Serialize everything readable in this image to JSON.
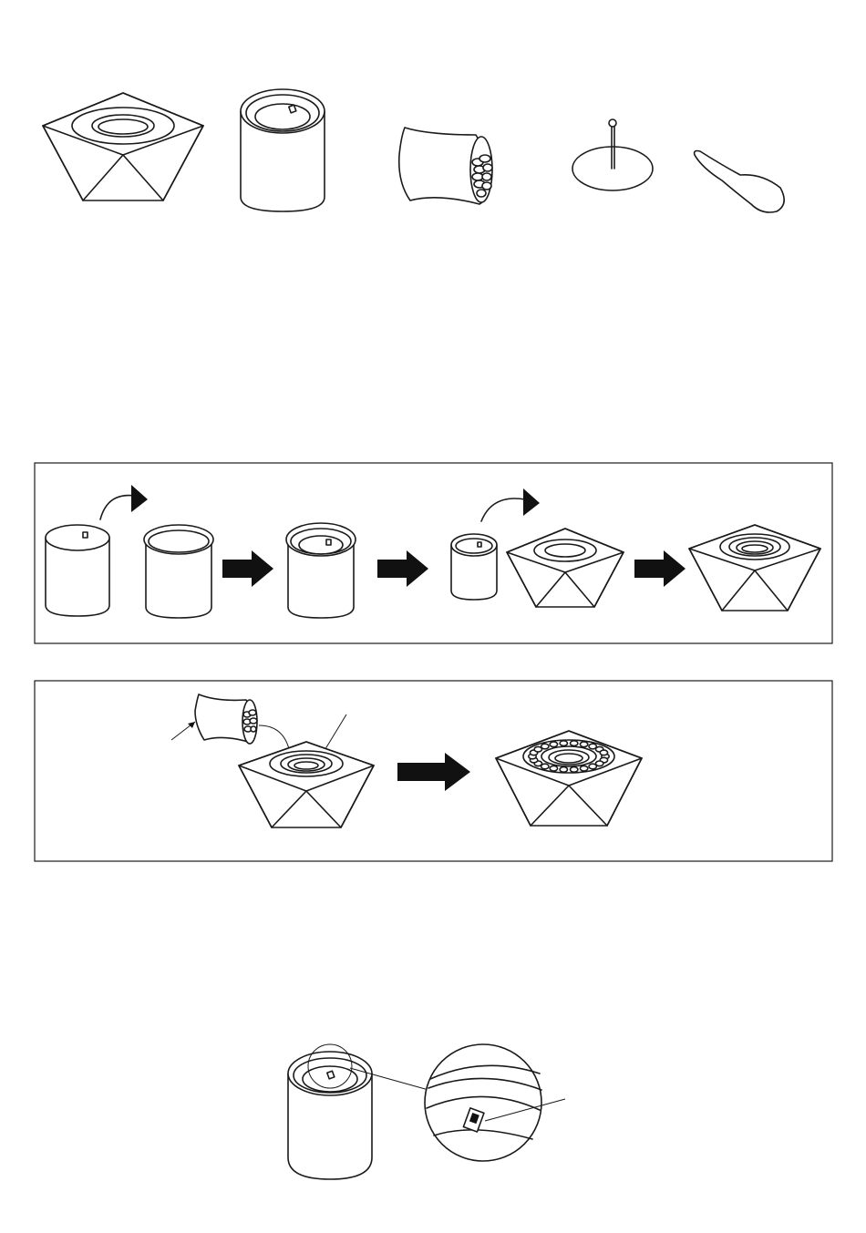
{
  "parts": [
    {
      "name": "faceted-base"
    },
    {
      "name": "liner-canister"
    },
    {
      "name": "pebble-bag"
    },
    {
      "name": "wick-stand"
    },
    {
      "name": "snuffer-tool"
    }
  ],
  "panels": [
    {
      "name": "assembly-panel-1",
      "steps": 6
    },
    {
      "name": "assembly-panel-2",
      "steps": 2
    }
  ],
  "colors": {
    "line": "#1a1a1a",
    "arrow": "#111111",
    "background": "#ffffff"
  },
  "icons": [
    "rotate-arrow-icon",
    "step-arrow-icon"
  ]
}
